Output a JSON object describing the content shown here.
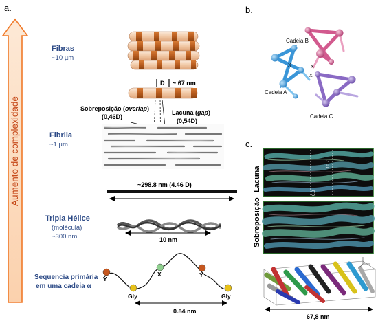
{
  "panels": {
    "a": "a.",
    "b": "b.",
    "c": "c."
  },
  "complexity_axis": "Aumento de complexidade",
  "levels": {
    "fibras": {
      "title": "Fibras",
      "size": "~10 µm"
    },
    "fibrila": {
      "title": "Fibrila",
      "size": "~1 µm"
    },
    "tripla": {
      "title": "Tripla Hélice",
      "sub": "(molécula)",
      "size": "~300 nm"
    },
    "sequencia": {
      "title": "Sequencia primária",
      "sub": "em uma cadeia α"
    }
  },
  "d_period": {
    "d": "D",
    "value": "~ 67 nm"
  },
  "overlap": {
    "text": "Sobreposição",
    "term": "overlap",
    "value": "(0,46D)"
  },
  "gap": {
    "text": "Lacuna",
    "term": "gap",
    "value": "(0,54D)"
  },
  "fibril_length": "~298.8 nm (4.46 D)",
  "helix_length": "10 nm",
  "residues": [
    "Y",
    "Gly",
    "X",
    "Y",
    "Gly"
  ],
  "residue_spacing": "0.84 nm",
  "chains": {
    "a": "Cadeia A",
    "b": "Cadeia B",
    "c": "Cadeia C"
  },
  "chain_marks": [
    "X",
    "X",
    "X"
  ],
  "micrographs": {
    "gap": "Lacuna",
    "overlap": "Sobreposição"
  },
  "micro_ticks": [
    "10.7",
    "0.0"
  ],
  "model_length": "67,8 nm",
  "colors": {
    "accent": "#2c4a86",
    "arrow": "#f07a2a",
    "fiber_band": "#b85c1e",
    "fiber_light": "#f4dcc6",
    "chain_a": "#3a96d8",
    "chain_b": "#d25a8e",
    "chain_c": "#8a6ac4",
    "micro_border": "#2f7a2f",
    "residue_y": "#c6571f",
    "residue_x": "#8fd08f",
    "residue_gly": "#e8c21a"
  }
}
